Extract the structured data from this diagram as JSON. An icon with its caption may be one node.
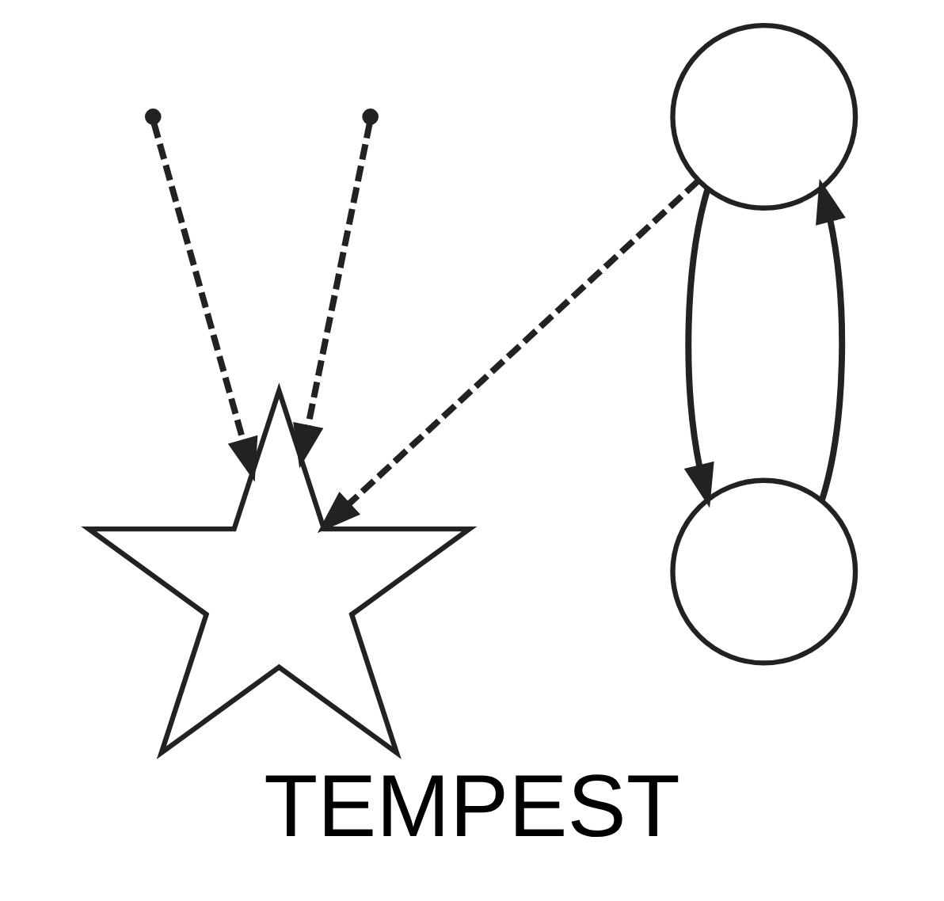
{
  "diagram": {
    "title": "TEMPEST",
    "nodes": [
      {
        "text": [],
        "shape": "circle"
      },
      {
        "text": [],
        "shape": "star"
      },
      {
        "text": [],
        "shape": "circle"
      }
    ],
    "edges": [
      {
        "from": 0,
        "to": 2,
        "arrow": "to"
      },
      {
        "from": 2,
        "to": 0,
        "arrow": "to"
      },
      {
        "from": 0,
        "to": 1,
        "arrow": "to",
        "style": "dashed"
      },
      {
        "from": null,
        "to": 1,
        "arrow": "to",
        "style": "dashed"
      },
      {
        "from": null,
        "to": 1,
        "arrow": "to",
        "style": "dashed"
      }
    ]
  }
}
